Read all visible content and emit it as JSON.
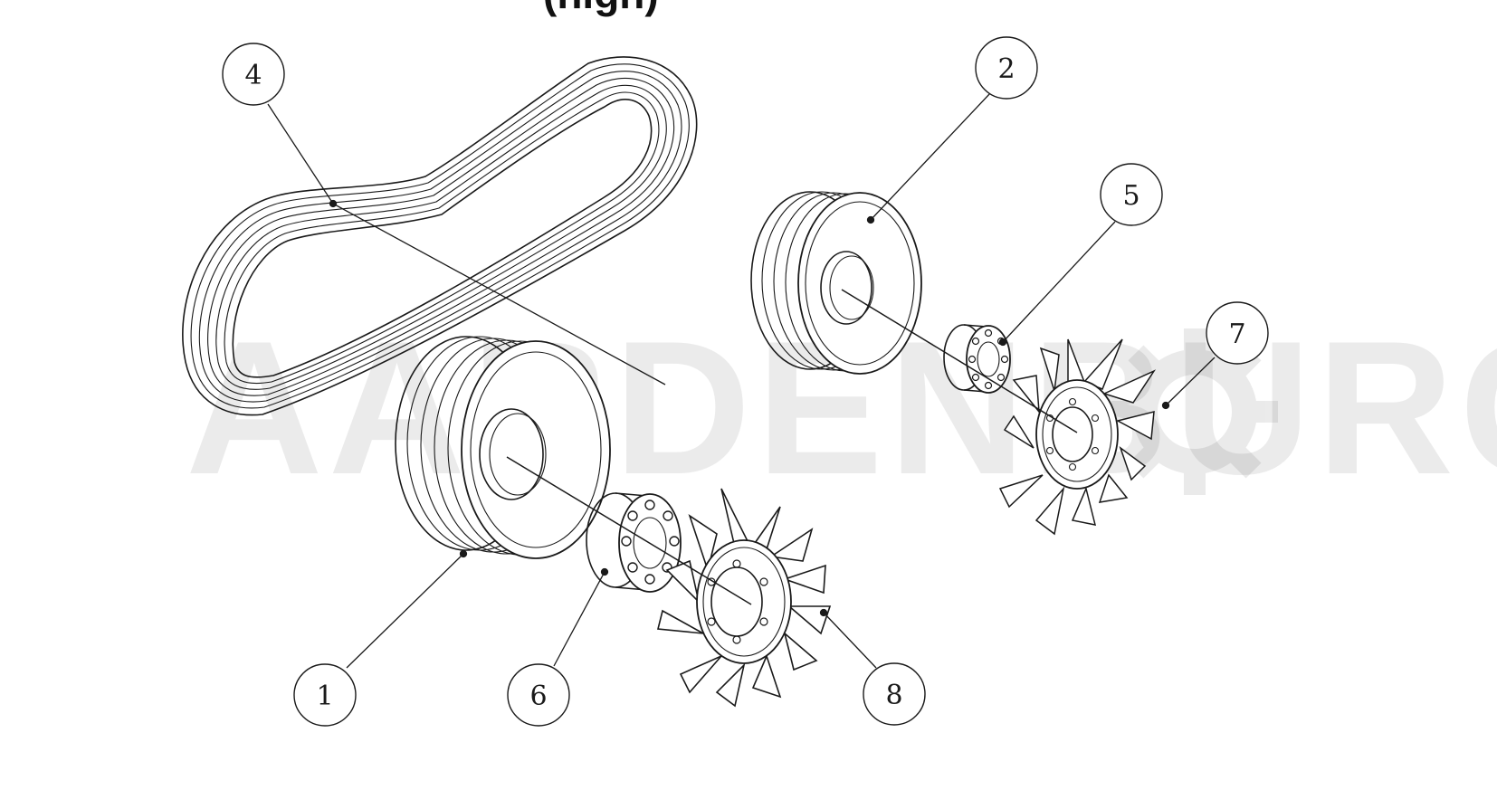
{
  "document": {
    "title_fragment": "(high)",
    "watermark": "AARDENBURG"
  },
  "callouts": [
    {
      "id": "1",
      "label": "1"
    },
    {
      "id": "2",
      "label": "2"
    },
    {
      "id": "4",
      "label": "4"
    },
    {
      "id": "5",
      "label": "5"
    },
    {
      "id": "6",
      "label": "6"
    },
    {
      "id": "7",
      "label": "7"
    },
    {
      "id": "8",
      "label": "8"
    }
  ],
  "icons": {
    "watermark_gear": "gear-icon"
  }
}
